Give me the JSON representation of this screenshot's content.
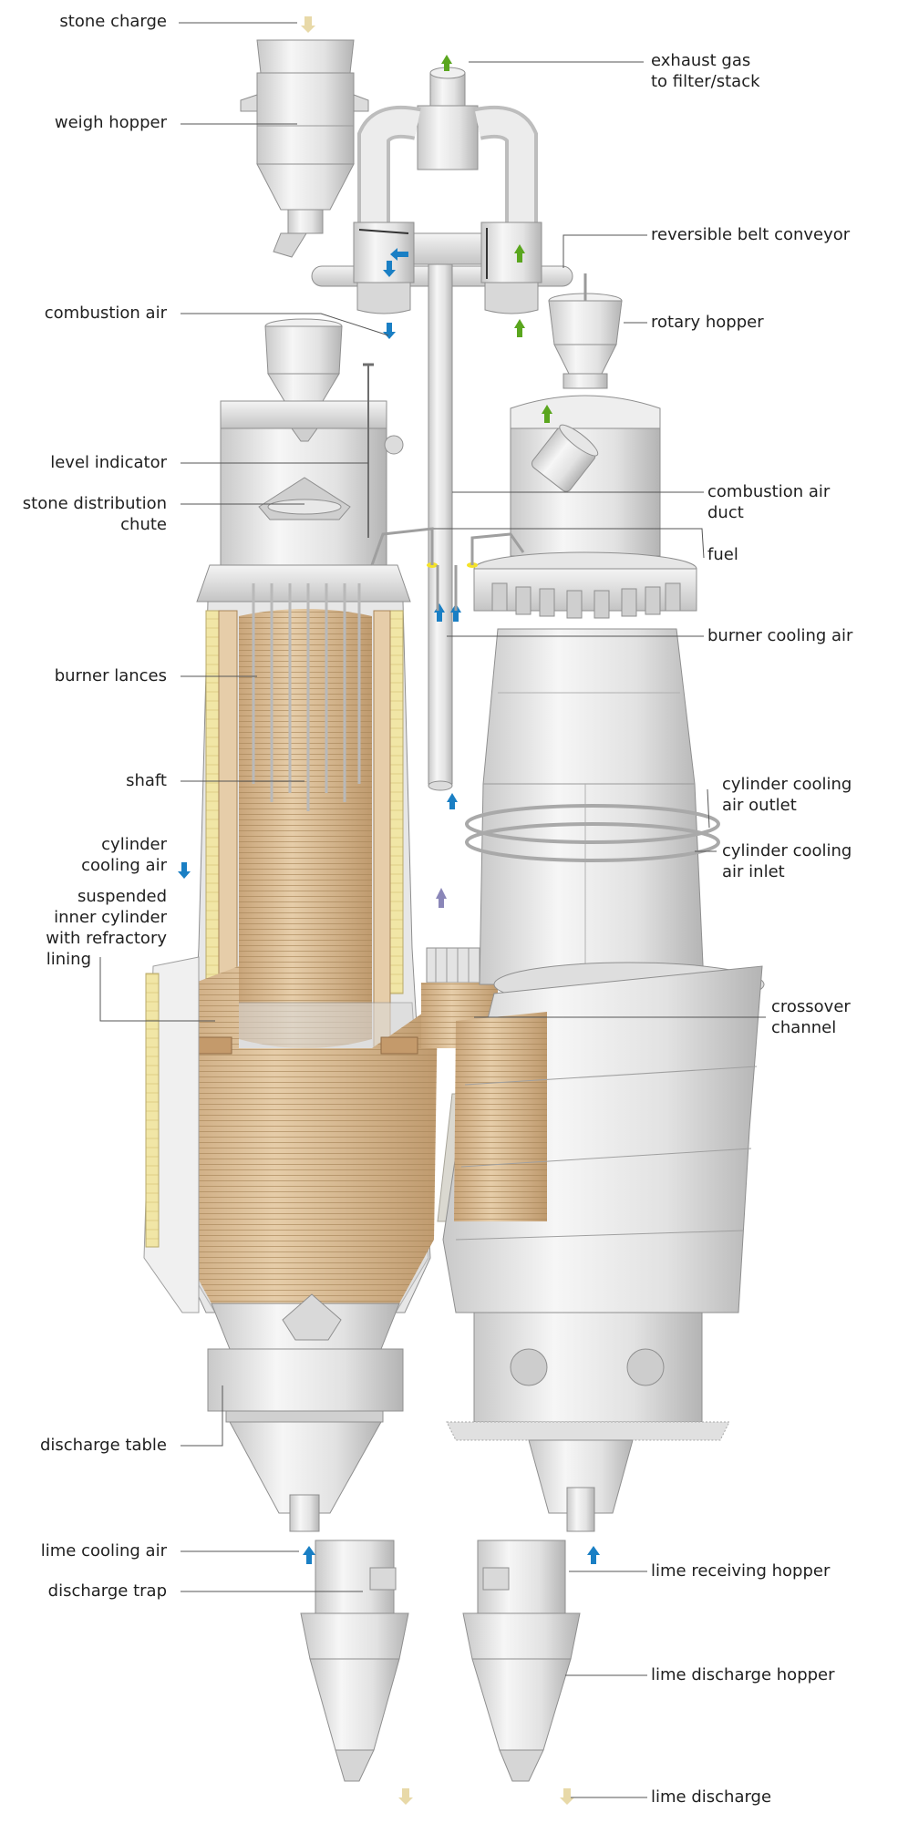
{
  "labels": {
    "stone_charge": "stone charge",
    "weigh_hopper": "weigh hopper",
    "combustion_air": "combustion air",
    "level_indicator": "level indicator",
    "stone_distribution_chute_1": "stone distribution",
    "stone_distribution_chute_2": "chute",
    "burner_lances": "burner lances",
    "shaft": "shaft",
    "cylinder_cooling_air_1": "cylinder",
    "cylinder_cooling_air_2": "cooling air",
    "suspended_1": "suspended",
    "suspended_2": "inner cylinder",
    "suspended_3": "with refractory",
    "suspended_4": "lining",
    "discharge_table": "discharge table",
    "lime_cooling_air": "lime cooling air",
    "discharge_trap": "discharge trap",
    "exhaust_gas_1": "exhaust gas",
    "exhaust_gas_2": "to filter/stack",
    "reversible_belt_conveyor": "reversible belt conveyor",
    "rotary_hopper": "rotary hopper",
    "combustion_air_duct_1": "combustion air",
    "combustion_air_duct_2": "duct",
    "fuel": "fuel",
    "burner_cooling_air": "burner cooling air",
    "cyl_outlet_1": "cylinder cooling",
    "cyl_outlet_2": "air outlet",
    "cyl_inlet_1": "cylinder cooling",
    "cyl_inlet_2": "air inlet",
    "crossover_1": "crossover",
    "crossover_2": "channel",
    "lime_receiving_hopper": "lime receiving hopper",
    "lime_discharge_hopper": "lime discharge hopper",
    "lime_discharge": "lime discharge"
  },
  "colors": {
    "air_arrow": "#1a7fc4",
    "exhaust_arrow": "#5aa61e",
    "stone_arrow": "#e8d9a8",
    "gas_arrow": "#8a86b8",
    "steel_light": "#eeeeee",
    "steel_mid": "#d4d4d4",
    "steel_dark": "#a9a9a9",
    "refractory": "#d8b890",
    "refractory_dark": "#b8956a",
    "insulation": "#f1e6a6",
    "leader": "#555555"
  }
}
